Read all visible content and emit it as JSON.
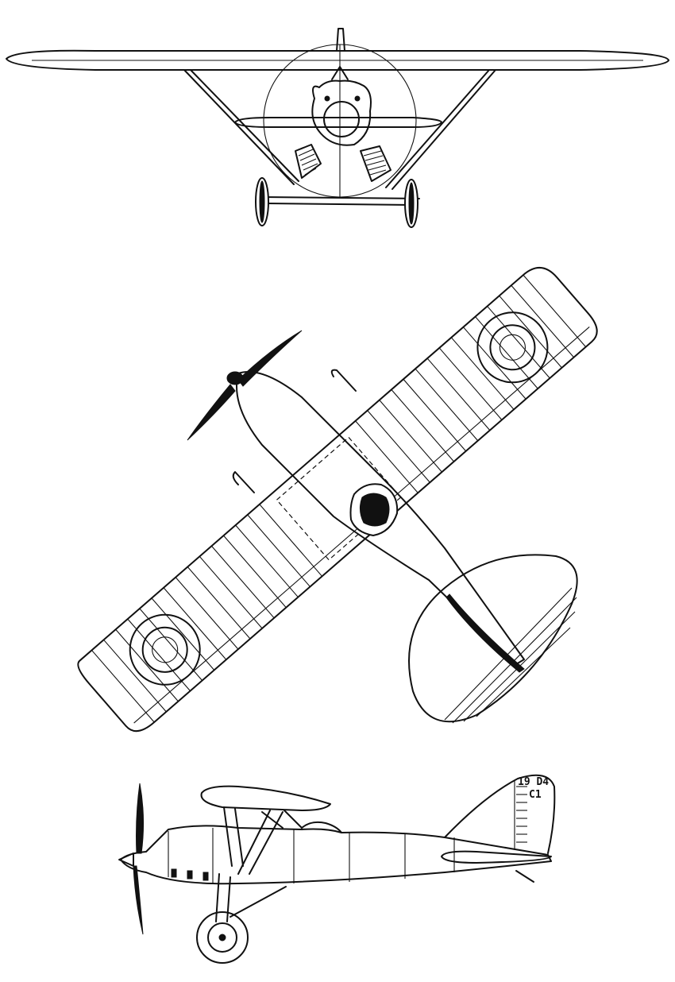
{
  "drawing": {
    "views": [
      "front",
      "top",
      "side"
    ],
    "tail_marking": {
      "line1": "19 D4",
      "line2": "C1"
    }
  }
}
